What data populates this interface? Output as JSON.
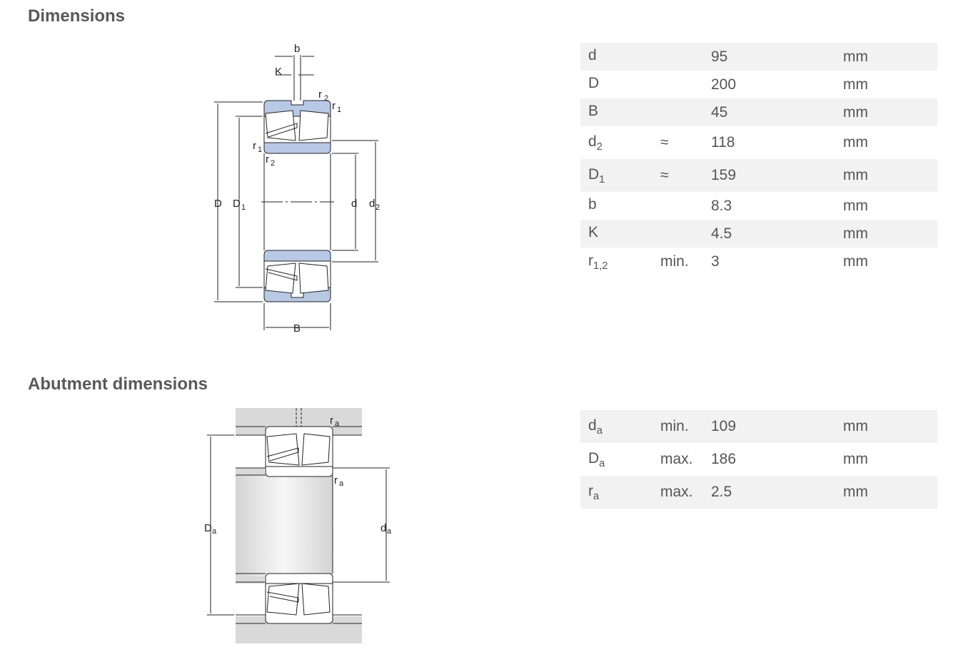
{
  "sections": {
    "dimensions_title": "Dimensions",
    "abutment_title": "Abutment dimensions"
  },
  "dimensions": [
    {
      "symbol": "d",
      "sub": "",
      "qualifier": "",
      "value": "95",
      "unit": "mm"
    },
    {
      "symbol": "D",
      "sub": "",
      "qualifier": "",
      "value": "200",
      "unit": "mm"
    },
    {
      "symbol": "B",
      "sub": "",
      "qualifier": "",
      "value": "45",
      "unit": "mm"
    },
    {
      "symbol": "d",
      "sub": "2",
      "qualifier": "≈",
      "value": "118",
      "unit": "mm"
    },
    {
      "symbol": "D",
      "sub": "1",
      "qualifier": "≈",
      "value": "159",
      "unit": "mm"
    },
    {
      "symbol": "b",
      "sub": "",
      "qualifier": "",
      "value": "8.3",
      "unit": "mm"
    },
    {
      "symbol": "K",
      "sub": "",
      "qualifier": "",
      "value": "4.5",
      "unit": "mm"
    },
    {
      "symbol": "r",
      "sub": "1,2",
      "qualifier": "min.",
      "value": "3",
      "unit": "mm"
    }
  ],
  "abutment": [
    {
      "symbol": "d",
      "sub": "a",
      "qualifier": "min.",
      "value": "109",
      "unit": "mm"
    },
    {
      "symbol": "D",
      "sub": "a",
      "qualifier": "max.",
      "value": "186",
      "unit": "mm"
    },
    {
      "symbol": "r",
      "sub": "a",
      "qualifier": "max.",
      "value": "2.5",
      "unit": "mm"
    }
  ],
  "drawing1_labels": {
    "b": "b",
    "K": "K",
    "r": "r",
    "one": "1",
    "two": "2",
    "D": "D",
    "d": "d",
    "B": "B"
  },
  "drawing2_labels": {
    "r": "r",
    "a": "a",
    "D": "D",
    "d": "d"
  },
  "colors": {
    "ring_fill": "#b8c9e6",
    "housing_fill": "#d9d9d9",
    "row_stripe": "#f2f2f2"
  }
}
